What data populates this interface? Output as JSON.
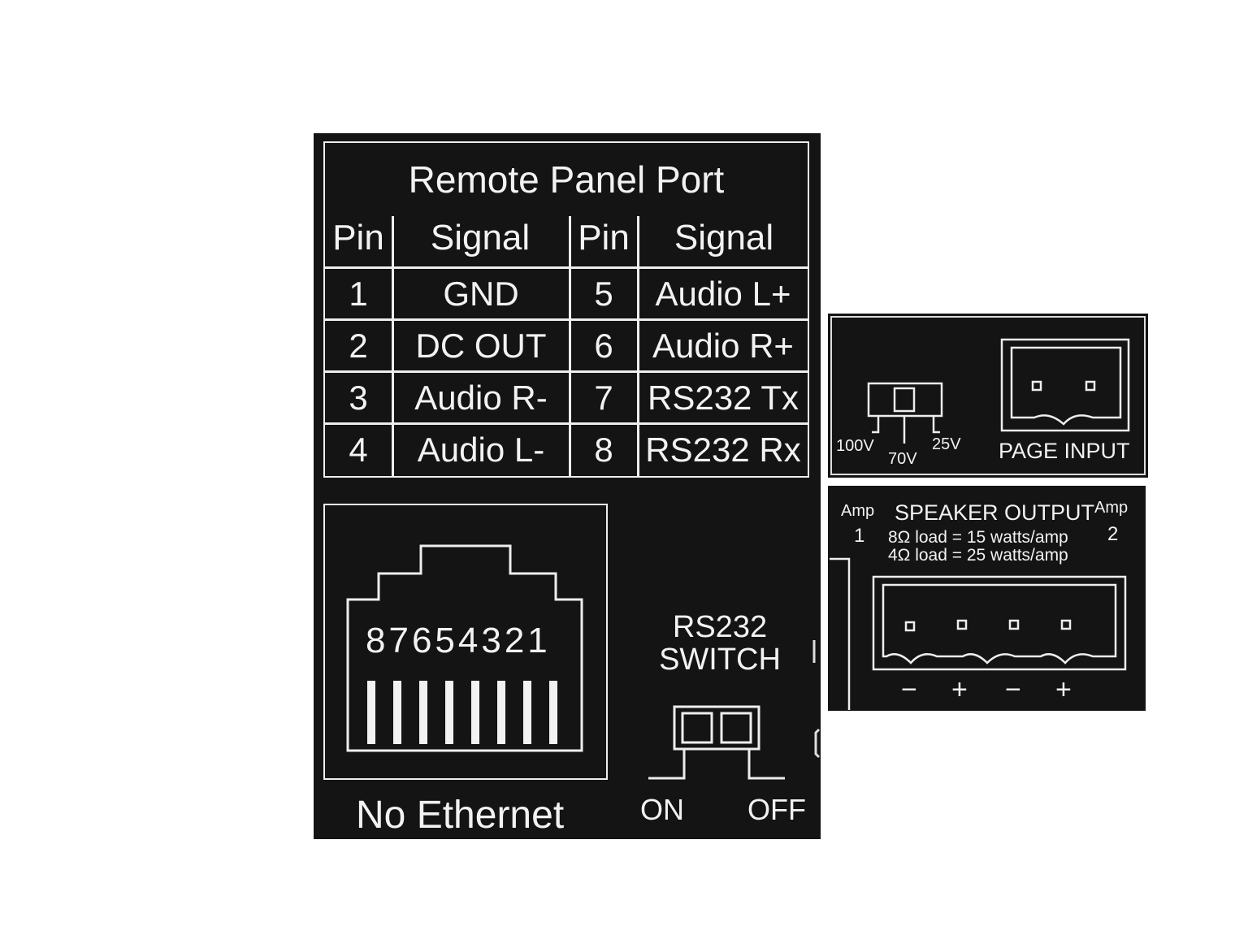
{
  "remote_panel": {
    "title": "Remote Panel Port",
    "headers": [
      "Pin",
      "Signal",
      "Pin",
      "Signal"
    ],
    "rows": [
      {
        "pin_a": "1",
        "signal_a": "GND",
        "pin_b": "5",
        "signal_b": "Audio L+"
      },
      {
        "pin_a": "2",
        "signal_a": "DC OUT",
        "pin_b": "6",
        "signal_b": "Audio R+"
      },
      {
        "pin_a": "3",
        "signal_a": "Audio R-",
        "pin_b": "7",
        "signal_b": "RS232 Tx"
      },
      {
        "pin_a": "4",
        "signal_a": "Audio L-",
        "pin_b": "8",
        "signal_b": "RS232 Rx"
      }
    ]
  },
  "ethernet": {
    "pin_numbers": "87654321",
    "label": "No Ethernet"
  },
  "rs232_switch": {
    "title_1": "RS232",
    "title_2": "SWITCH",
    "on_label": "ON",
    "off_label": "OFF"
  },
  "voltage_select": {
    "v100": "100V",
    "v70": "70V",
    "v25": "25V",
    "page_input": "PAGE INPUT"
  },
  "speaker_output": {
    "title": "SPEAKER OUTPUT",
    "amp1_label": "Amp",
    "amp1_number": "1",
    "amp2_label": "Amp",
    "amp2_number": "2",
    "load_8": "8Ω load = 15 watts/amp",
    "load_4": "4Ω load = 25 watts/amp",
    "terminals": [
      "−",
      "+",
      "−",
      "+"
    ]
  }
}
